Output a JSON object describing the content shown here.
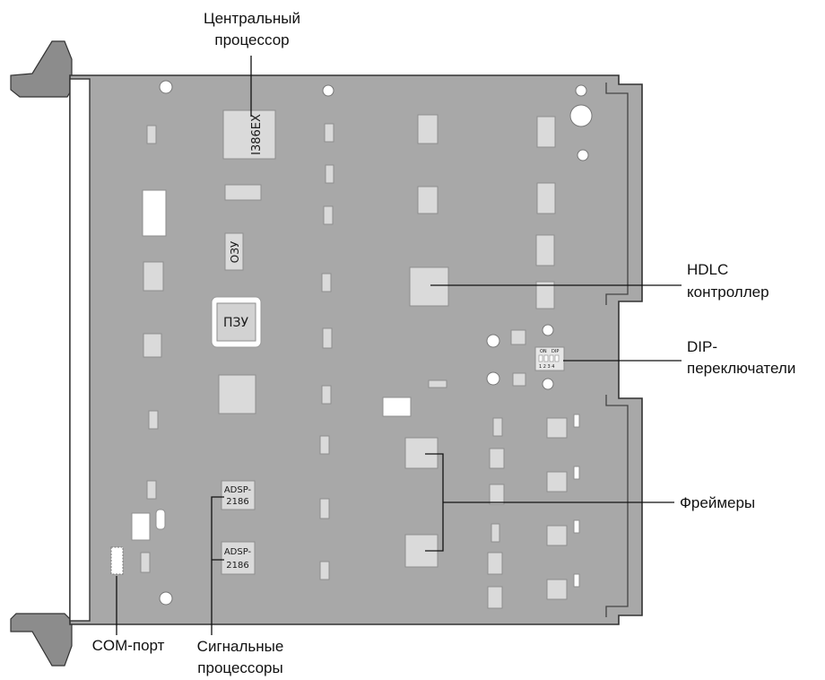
{
  "labels": {
    "cpu_line1": "Центральный",
    "cpu_line2": "процессор",
    "hdlc_line1": "HDLC",
    "hdlc_line2": "контроллер",
    "dip_line1": "DIP-",
    "dip_line2": "переключатели",
    "framers": "Фреймеры",
    "com_port": "COM-порт",
    "dsp_line1": "Сигнальные",
    "dsp_line2": "процессоры"
  },
  "chips": {
    "cpu": "I386EX",
    "ram": "ОЗУ",
    "rom": "ПЗУ",
    "dsp1_line1": "ADSP-",
    "dsp1_line2": "2186",
    "dsp2_line1": "ADSP-",
    "dsp2_line2": "2186"
  },
  "dip_switch": {
    "on_label": "ON",
    "dip_label": "DIP",
    "numbers": "1 2 3 4"
  },
  "colors": {
    "board": "#a8a8a8",
    "chip": "#dadada",
    "faceplate": "#ffffff",
    "lever": "#8c8c8c"
  }
}
